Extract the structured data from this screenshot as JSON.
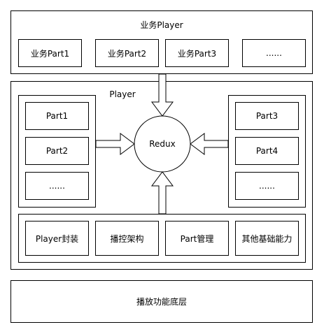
{
  "business_player": {
    "title": "业务Player",
    "parts": [
      "业务Part1",
      "业务Part2",
      "业务Part3",
      "......"
    ]
  },
  "player": {
    "title": "Player",
    "left_parts": [
      "Part1",
      "Part2",
      "......"
    ],
    "right_parts": [
      "Part3",
      "Part4",
      "......"
    ],
    "center": "Redux",
    "bottom_modules": [
      "Player封装",
      "播控架构",
      "Part管理",
      "其他基础能力"
    ]
  },
  "base_layer": {
    "title": "播放功能底层"
  }
}
